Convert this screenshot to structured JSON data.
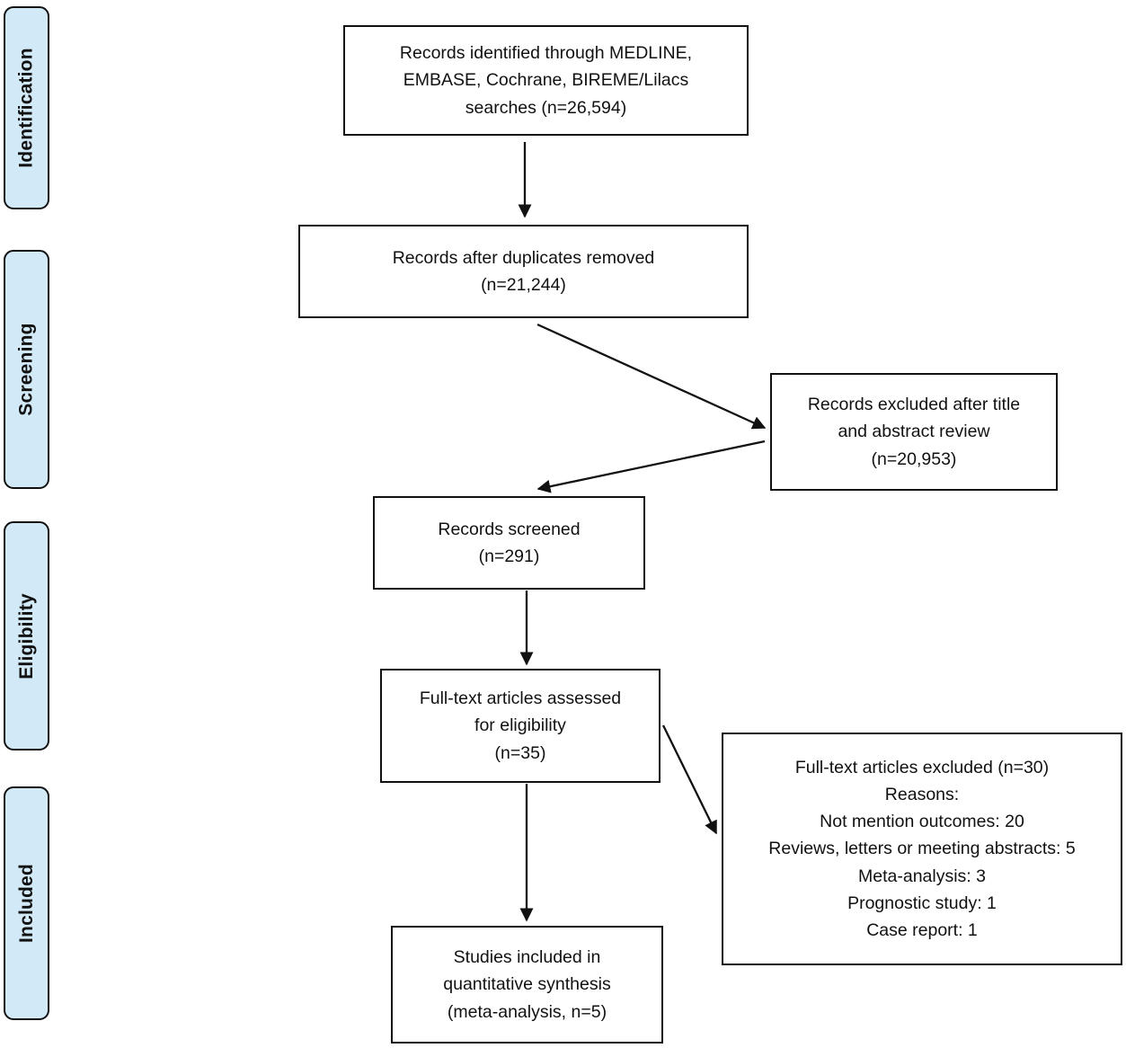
{
  "colors": {
    "sidebar_fill": "#d2e9f7",
    "border": "#111111",
    "text": "#111111",
    "background": "#ffffff"
  },
  "sidebar": {
    "items": [
      {
        "label": "Identification"
      },
      {
        "label": "Screening"
      },
      {
        "label": "Eligibility"
      },
      {
        "label": "Included"
      }
    ]
  },
  "flow": {
    "identified": {
      "text": "Records identified through MEDLINE,\nEMBASE, Cochrane, BIREME/Lilacs\nsearches (n=26,594)",
      "n": "26,594"
    },
    "deduplicated": {
      "text": "Records after duplicates removed\n(n=21,244)",
      "n": "21,244"
    },
    "excluded_title_abstract": {
      "text": "Records excluded after title\nand abstract review\n(n=20,953)",
      "n": "20,953"
    },
    "screened": {
      "text": "Records screened\n(n=291)",
      "n": "291"
    },
    "fulltext_assessed": {
      "text": "Full-text articles assessed\nfor eligibility\n(n=35)",
      "n": "35"
    },
    "fulltext_excluded": {
      "text": "Full-text articles excluded (n=30)\nReasons:\nNot mention outcomes: 20\nReviews, letters or meeting abstracts: 5\nMeta-analysis: 3\nPrognostic study: 1\nCase report: 1",
      "n": "30"
    },
    "included_synthesis": {
      "text": "Studies included in\nquantitative synthesis\n(meta-analysis, n=5)",
      "n": "5"
    }
  }
}
